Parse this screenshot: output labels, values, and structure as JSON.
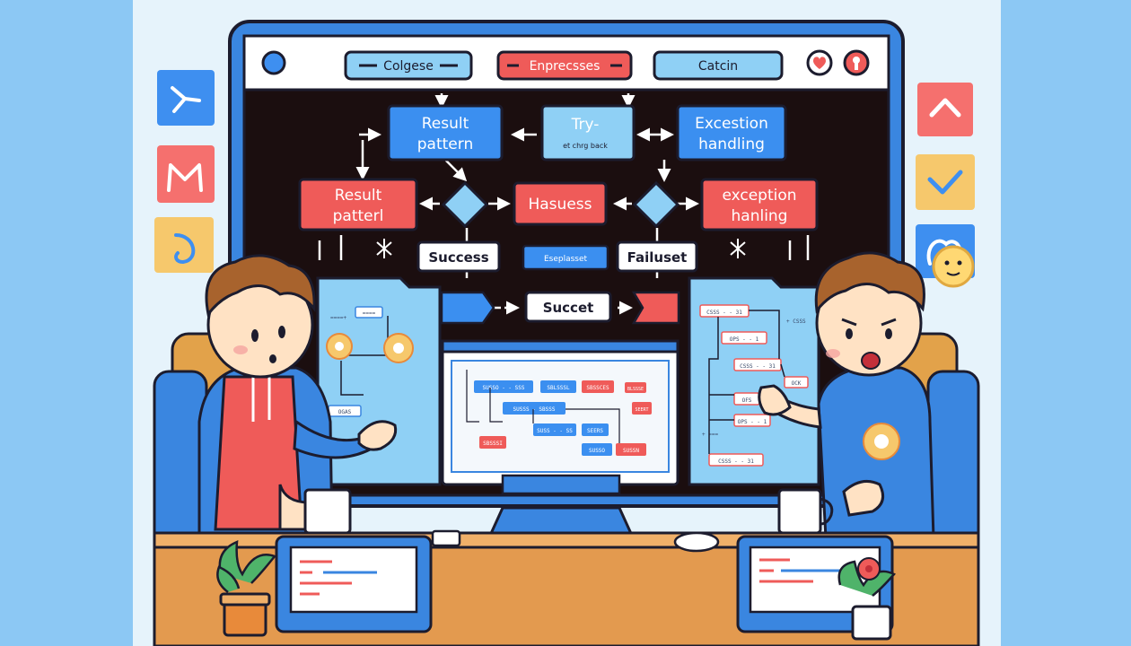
{
  "colors": {
    "side_bg": "#8cc8f4",
    "room_bg": "#e6f3fb",
    "monitor_frame": "#3a86e0",
    "screen_bg": "#1b0e0f",
    "blue_box": "#3b8ff0",
    "red_box": "#ef5b59",
    "light_blue_box": "#8fd0f5",
    "desk": "#e39a4f",
    "outline": "#1c1c2e"
  },
  "icons": {
    "screen_dot": "circle-icon",
    "window_controls": [
      "heart-icon",
      "lock-icon"
    ],
    "side_left": [
      "share-icon",
      "mail-icon",
      "refresh-icon"
    ],
    "side_right": [
      "chevron-up-icon",
      "checkmark-icon",
      "cloud-icon",
      "smiley-icon"
    ]
  },
  "window": {
    "tabs": [
      "Colgese",
      "Enprecsses",
      "Catcin"
    ]
  },
  "flow": {
    "result_pattern_top": [
      "Result",
      "pattern"
    ],
    "try_box": [
      "Try-",
      "et chrg back"
    ],
    "exception_handling_top": [
      "Excestion",
      "handling"
    ],
    "result_pattern_left": [
      "Result",
      "patterl"
    ],
    "middle_red": "Hasuess",
    "exception_handling_right": [
      "exception",
      "hanling"
    ],
    "success_label": "Success",
    "middle_small": "Eseplasset",
    "failure_label": "Failuset",
    "bottom_label": "Succet"
  },
  "center_monitor": {
    "rows": [
      [
        "SUSSO  -  - SSS",
        "SBLSSSL",
        "SBSSCES"
      ],
      [
        "SUSSS  - SBSSS",
        "SEERT"
      ],
      [
        "SBSSSI",
        "SUSS  -  - SS",
        "SEERS"
      ],
      [
        "SUSSO",
        "SUSSN",
        "BLSSSE"
      ]
    ]
  },
  "left_panel": {
    "labels": [
      "====+",
      "====",
      "OGAS"
    ]
  },
  "right_panel": {
    "labels": [
      "CSSS  -  - 31",
      "OPS  -  - 1",
      "CSSS  -  - 31",
      "OFS",
      "OPS  -  - 1",
      "CSSS  -  - 31",
      "OCK",
      "+ CSSS",
      "+ ==="
    ]
  }
}
